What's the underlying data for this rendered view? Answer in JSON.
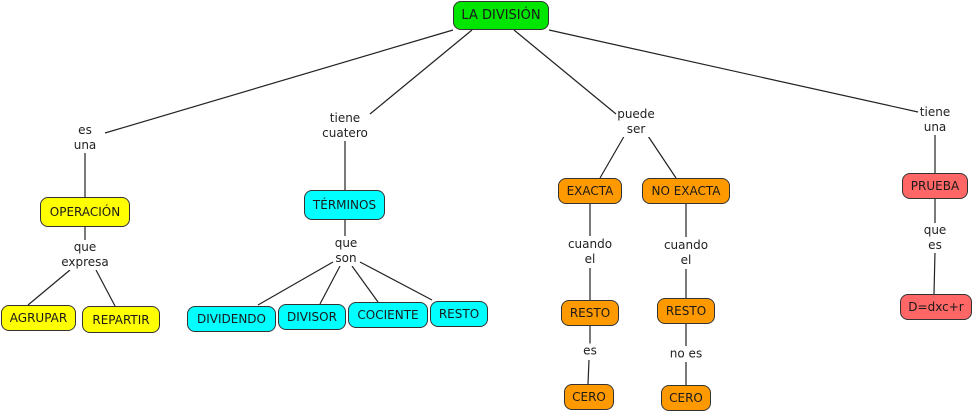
{
  "title": "LA DIVISIÓN",
  "colors": {
    "root": "#00e600",
    "yellow": "#ffff00",
    "cyan": "#00ffff",
    "orange": "#ff9900",
    "red": "#ff6666",
    "line": "#222222"
  },
  "nodes": {
    "root": {
      "label": "LA DIVISIÓN",
      "color": "root"
    },
    "operacion": {
      "label": "OPERACIÓN",
      "color": "yellow"
    },
    "agrupar": {
      "label": "AGRUPAR",
      "color": "yellow"
    },
    "repartir": {
      "label": "REPARTIR",
      "color": "yellow"
    },
    "terminos": {
      "label": "TÉRMINOS",
      "color": "cyan"
    },
    "dividendo": {
      "label": "DIVIDENDO",
      "color": "cyan"
    },
    "divisor": {
      "label": "DIVISOR",
      "color": "cyan"
    },
    "cociente": {
      "label": "COCIENTE",
      "color": "cyan"
    },
    "resto_t": {
      "label": "RESTO",
      "color": "cyan"
    },
    "exacta": {
      "label": "EXACTA",
      "color": "orange"
    },
    "no_exacta": {
      "label": "NO EXACTA",
      "color": "orange"
    },
    "resto_e": {
      "label": "RESTO",
      "color": "orange"
    },
    "resto_ne": {
      "label": "RESTO",
      "color": "orange"
    },
    "cero_e": {
      "label": "CERO",
      "color": "orange"
    },
    "cero_ne": {
      "label": "CERO",
      "color": "orange"
    },
    "prueba": {
      "label": "PRUEBA",
      "color": "red"
    },
    "formula": {
      "label": "D=dxc+r",
      "color": "red"
    }
  },
  "linking_phrases": {
    "es_una": "es\nuna",
    "que_expresa": "que\nexpresa",
    "tiene_cuatero": "tiene\ncuatero",
    "que_son": "que\nson",
    "puede_ser": "puede\nser",
    "cuando_el_1": "cuando\nel",
    "cuando_el_2": "cuando\nel",
    "es": "es",
    "no_es": "no es",
    "tiene_una": "tiene\nuna",
    "que_es": "que\nes"
  }
}
